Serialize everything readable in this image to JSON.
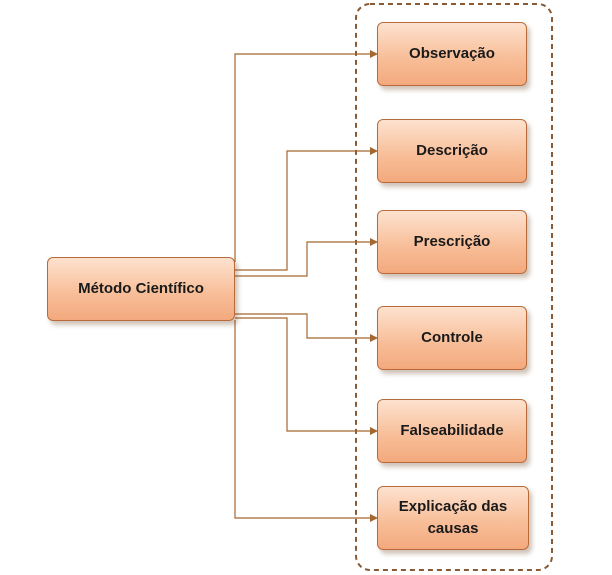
{
  "root": {
    "label": "Método Científico"
  },
  "children": [
    {
      "label": "Observação"
    },
    {
      "label": "Descrição"
    },
    {
      "label": "Prescrição"
    },
    {
      "label": "Controle"
    },
    {
      "label": "Falseabilidade"
    },
    {
      "label": "Explicação das causas"
    }
  ],
  "colors": {
    "box_fill_top": "#fde2cf",
    "box_fill_bottom": "#f3a97d",
    "box_border": "#b86b3a",
    "connector": "#a5662f",
    "group_border": "#8a5a34"
  }
}
